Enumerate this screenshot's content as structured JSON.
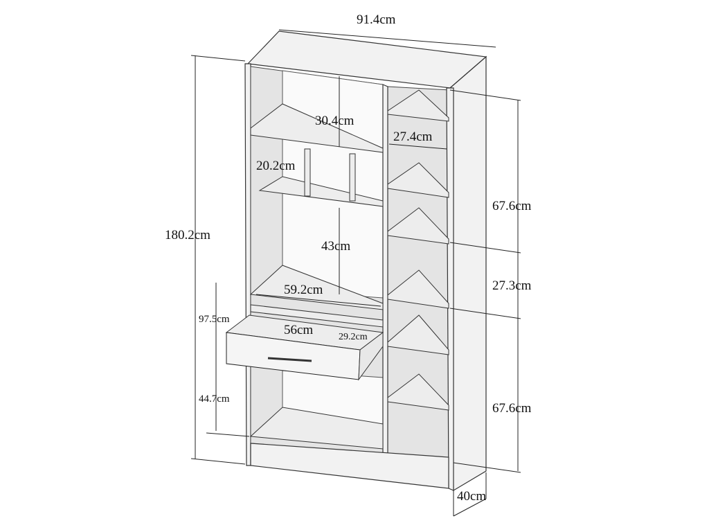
{
  "title": "Bookcase cabinet with drawer – dimensions",
  "dimensions": {
    "total_width": "91.4cm",
    "total_height": "180.2cm",
    "depth": "40cm",
    "top_shelf_height": "30.4cm",
    "right_shelf_width": "27.4cm",
    "cubby_height": "20.2cm",
    "right_upper_section": "67.6cm",
    "right_middle_section": "27.3cm",
    "right_lower_section": "67.6cm",
    "open_compartment_height": "43cm",
    "inner_width": "59.2cm",
    "drawer_height_from_floor": "97.5cm",
    "drawer_width": "56cm",
    "drawer_depth": "29.2cm",
    "lower_compartment_height": "44.7cm"
  }
}
